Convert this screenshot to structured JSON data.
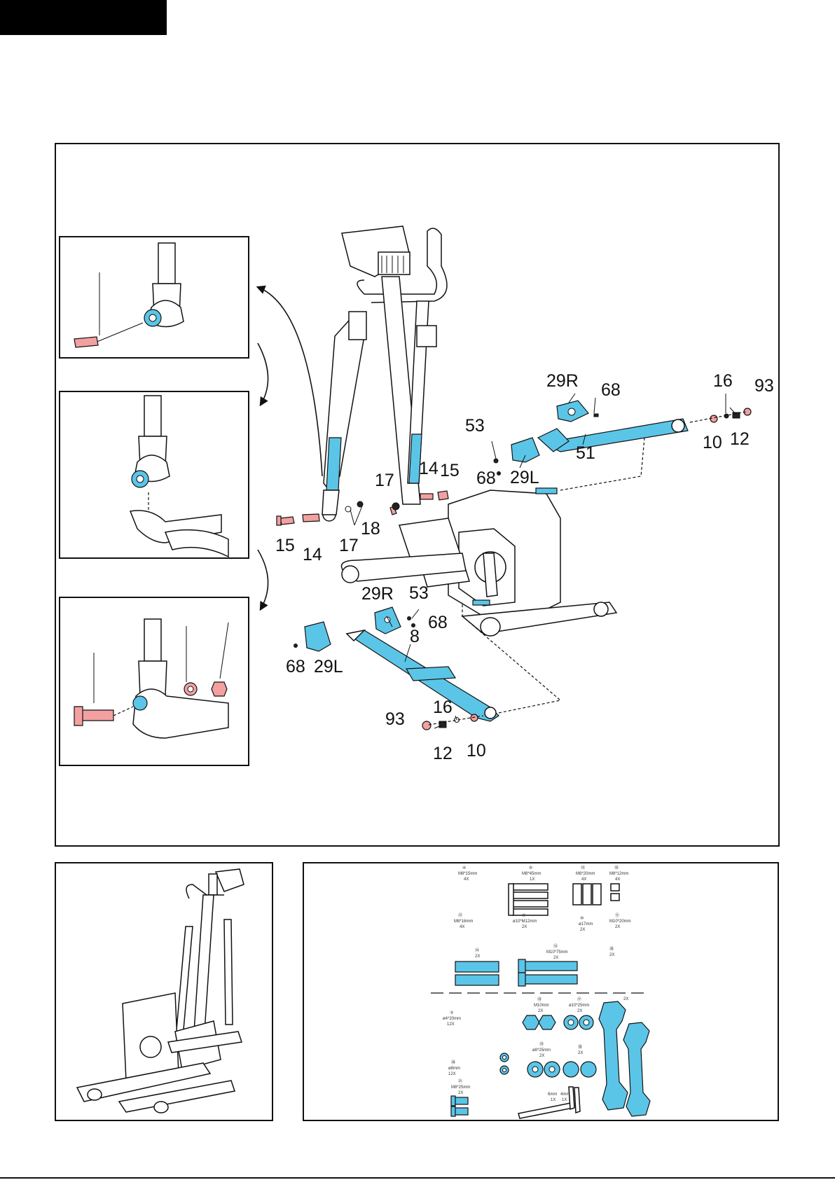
{
  "main_labels": {
    "l29r_top": "29R",
    "l68_top": "68",
    "l16_top": "16",
    "l93_top": "93",
    "l53_top": "53",
    "l10_top": "10",
    "l12_top": "12",
    "l51": "51",
    "l68_mid": "68",
    "l29l_mid": "29L",
    "l14_right": "14",
    "l15_right": "15",
    "l17_right": "17",
    "l15_left": "15",
    "l14_left": "14",
    "l17_left": "17",
    "l18": "18",
    "l29r_low": "29R",
    "l53_low": "53",
    "l68_low": "68",
    "l8": "8",
    "l68_left": "68",
    "l29l_left": "29L",
    "l16_low": "16",
    "l93_low": "93",
    "l12_low": "12",
    "l10_low": "10"
  },
  "hardware_labels": {
    "h1": "④",
    "h1s": "M8*15mm",
    "h1q": "4X",
    "h2": "⑥",
    "h2s": "M8*45mm",
    "h2q": "1X",
    "h3": "⑭",
    "h3s": "M8*20mm",
    "h3q": "4X",
    "h4": "⑯",
    "h4s": "M8*12mm",
    "h4q": "4X",
    "h5": "⑫",
    "h5s": "M8*16mm",
    "h5q": "4X",
    "h6": "⑨",
    "h6s": "ø10*M12mm",
    "h6q": "2X",
    "h7": "⑩",
    "h7s": "ø17mm",
    "h7q": "2X",
    "h8": "⑪",
    "h8s": "M10*20mm",
    "h8q": "2X",
    "h9": "⑭",
    "h9q": "2X",
    "h10": "⑮",
    "h10s": "M10*75mm",
    "h10q": "2X",
    "h11": "⑳",
    "h11q": "2X",
    "h12": "③",
    "h12s": "ø4*20mm",
    "h12q": "12X",
    "h13": "⑱",
    "h13s": "M10mm",
    "h13q": "2X",
    "h14": "⑰",
    "h14s": "ø10*25mm",
    "h14q": "2X",
    "h15": "⑲",
    "h15s": "ø8*25mm",
    "h15q": "2X",
    "h16": "㊳",
    "h16q": "2X",
    "h17": "⑳",
    "h17s": "ø8mm",
    "h17q": "12X",
    "h18": "㉑",
    "h18s": "M8*25mm",
    "h18q": "2X",
    "h19s": "6mm",
    "h19q": "1X",
    "h20s": "4mm",
    "h20q": "1X",
    "h21q": "2X"
  }
}
